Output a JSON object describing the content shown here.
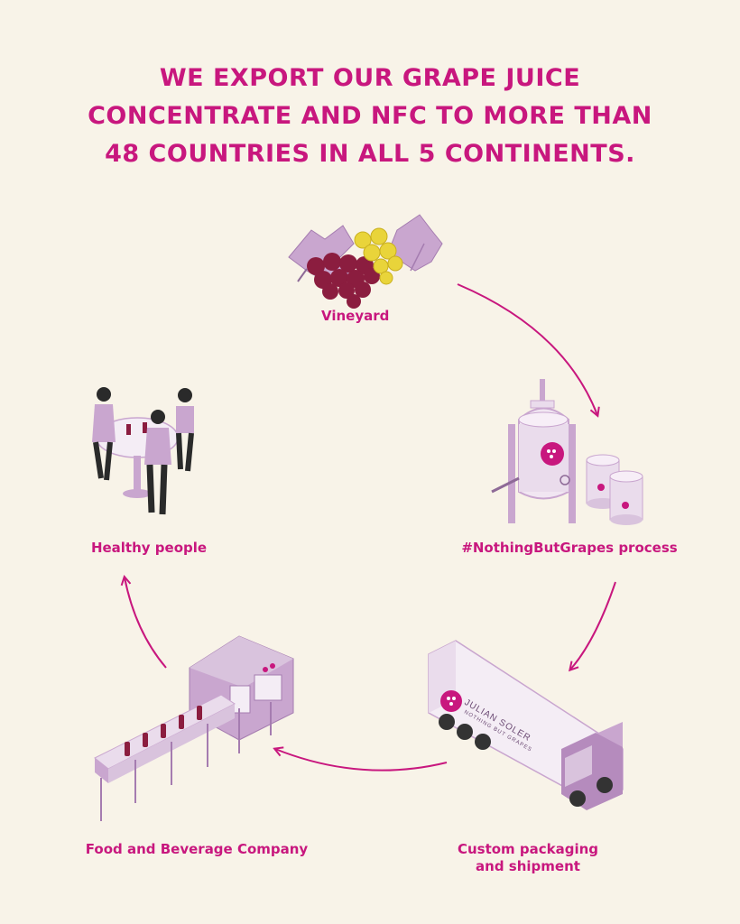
{
  "headline": {
    "line1": "WE EXPORT OUR GRAPE JUICE",
    "line2": "CONCENTRATE AND NFC TO MORE THAN",
    "line3": "48 COUNTRIES IN ALL 5 CONTINENTS."
  },
  "cycle": {
    "vineyard": "Vineyard",
    "process": "#NothingButGrapes process",
    "packaging_line1": "Custom packaging",
    "packaging_line2": "and shipment",
    "food_company": "Food and Beverage Company",
    "healthy_people": "Healthy people"
  },
  "truck": {
    "brand": "JULIAN SOLER",
    "tagline": "NOTHING BUT GRAPES"
  },
  "colors": {
    "background": "#f8f3e8",
    "accent": "#c8177e",
    "lilac": "#c9a6cf",
    "lilac_light": "#eadcec",
    "grape_red": "#8b1d3f",
    "grape_yellow": "#e9d43a"
  }
}
